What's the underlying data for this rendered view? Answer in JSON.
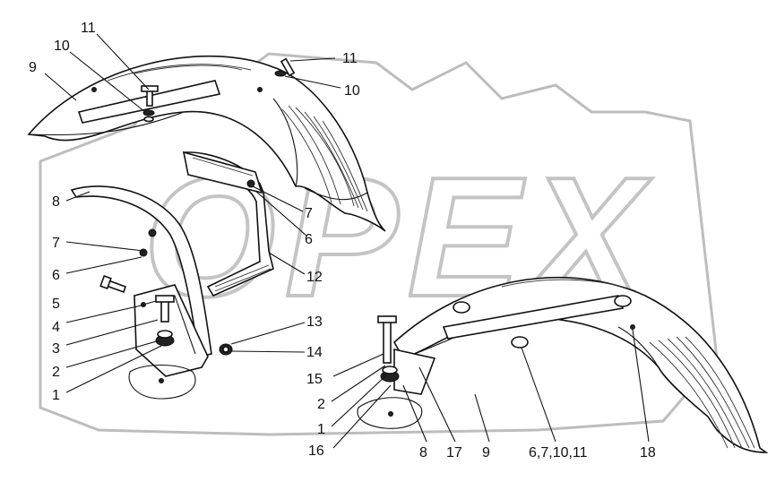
{
  "watermark": {
    "text": "OPEX"
  },
  "callouts": {
    "lbl_11a": "11",
    "lbl_10a": "10",
    "lbl_9a": "9",
    "lbl_11b": "11",
    "lbl_10b": "10",
    "lbl_8a": "8",
    "lbl_7a": "7",
    "lbl_6a": "6",
    "lbl_7b": "7",
    "lbl_6b": "6",
    "lbl_5": "5",
    "lbl_12": "12",
    "lbl_4": "4",
    "lbl_3": "3",
    "lbl_13": "13",
    "lbl_2a": "2",
    "lbl_14": "14",
    "lbl_1a": "1",
    "lbl_15": "15",
    "lbl_2b": "2",
    "lbl_1b": "1",
    "lbl_16": "16",
    "lbl_8b": "8",
    "lbl_17": "17",
    "lbl_9b": "9",
    "lbl_combo": "6,7,10,11",
    "lbl_18": "18"
  }
}
